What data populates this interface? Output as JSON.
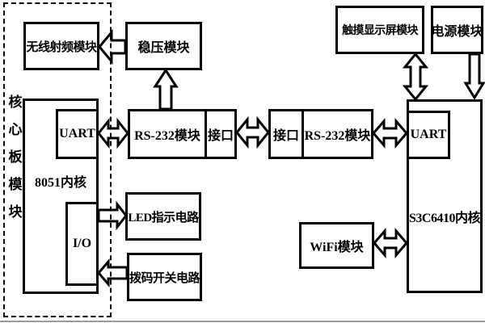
{
  "colors": {
    "line": "#000000",
    "background": "#ffffff",
    "box_fill": "#ffffff",
    "bottom_edge_artifact": "#9a9a9a"
  },
  "labels": {
    "core_board": "核心板模块",
    "wireless_rf": "无线射频模块",
    "voltage_reg": "稳压模块",
    "touch_display": "触摸显示屏模块",
    "power": "电源模块",
    "uart_left": "UART",
    "core_8051": "8051内核",
    "io": "I/O",
    "rs232_left": "RS-232模块",
    "port_left": "接口",
    "port_right": "接口",
    "rs232_right": "RS-232模块",
    "led_circuit": "LED指示电路",
    "dip_switch": "拨码开关电路",
    "wifi": "WiFi模块",
    "uart_right": "UART",
    "soc_core": "S3C6410内核"
  },
  "connections": [
    {
      "from": "稳压模块",
      "to": "无线射频模块",
      "type": "single-arrow"
    },
    {
      "from": "RS-232模块(左)",
      "to": "稳压模块",
      "type": "single-arrow"
    },
    {
      "from": "UART(8051内核)",
      "to": "RS-232模块(左)",
      "type": "double-arrow"
    },
    {
      "from": "接口(左)",
      "to": "接口(右)",
      "type": "double-arrow"
    },
    {
      "from": "RS-232模块(右)",
      "to": "UART(S3C6410内核)",
      "type": "double-arrow"
    },
    {
      "from": "触摸显示屏模块",
      "to": "S3C6410内核",
      "type": "double-arrow"
    },
    {
      "from": "电源模块",
      "to": "S3C6410内核",
      "type": "single-arrow"
    },
    {
      "from": "I/O",
      "to": "LED指示电路",
      "type": "single-arrow"
    },
    {
      "from": "拨码开关电路",
      "to": "I/O",
      "type": "single-arrow"
    },
    {
      "from": "WiFi模块",
      "to": "S3C6410内核",
      "type": "double-arrow"
    }
  ]
}
